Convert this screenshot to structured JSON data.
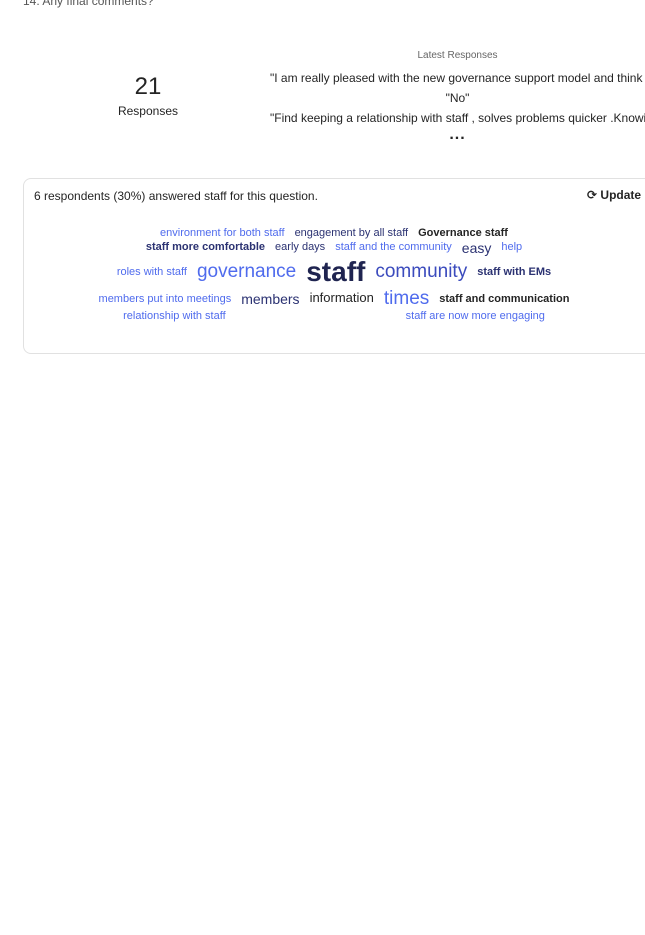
{
  "question": "14. Any final comments?",
  "responses": {
    "count": "21",
    "label": "Responses"
  },
  "latest": {
    "heading": "Latest Responses",
    "items": [
      "\"I am really pleased with the new governance support model and think ...\"",
      "\"No\"",
      "\"Find keeping a relationship with staff , solves problems quicker .Knowi...\""
    ],
    "more": "..."
  },
  "insight": {
    "summary": "6 respondents (30%) answered staff for this question.",
    "update_label": "Update",
    "update_icon": "refresh-icon"
  },
  "colors": {
    "light_blue": "#4f6bed",
    "navy": "#2b3272",
    "dark": "#242424",
    "blue": "#3b4bbd"
  },
  "words": [
    "environment for both staff",
    "staff more comfortable",
    "early days",
    "engagement by all staff",
    "staff and the community",
    "easy",
    "Governance staff",
    "roles with staff",
    "governance",
    "staff",
    "community",
    "help",
    "staff with EMs",
    "members put into meetings",
    "members",
    "information",
    "times",
    "staff and communication",
    "relationship with staff",
    "staff are now more engaging"
  ]
}
